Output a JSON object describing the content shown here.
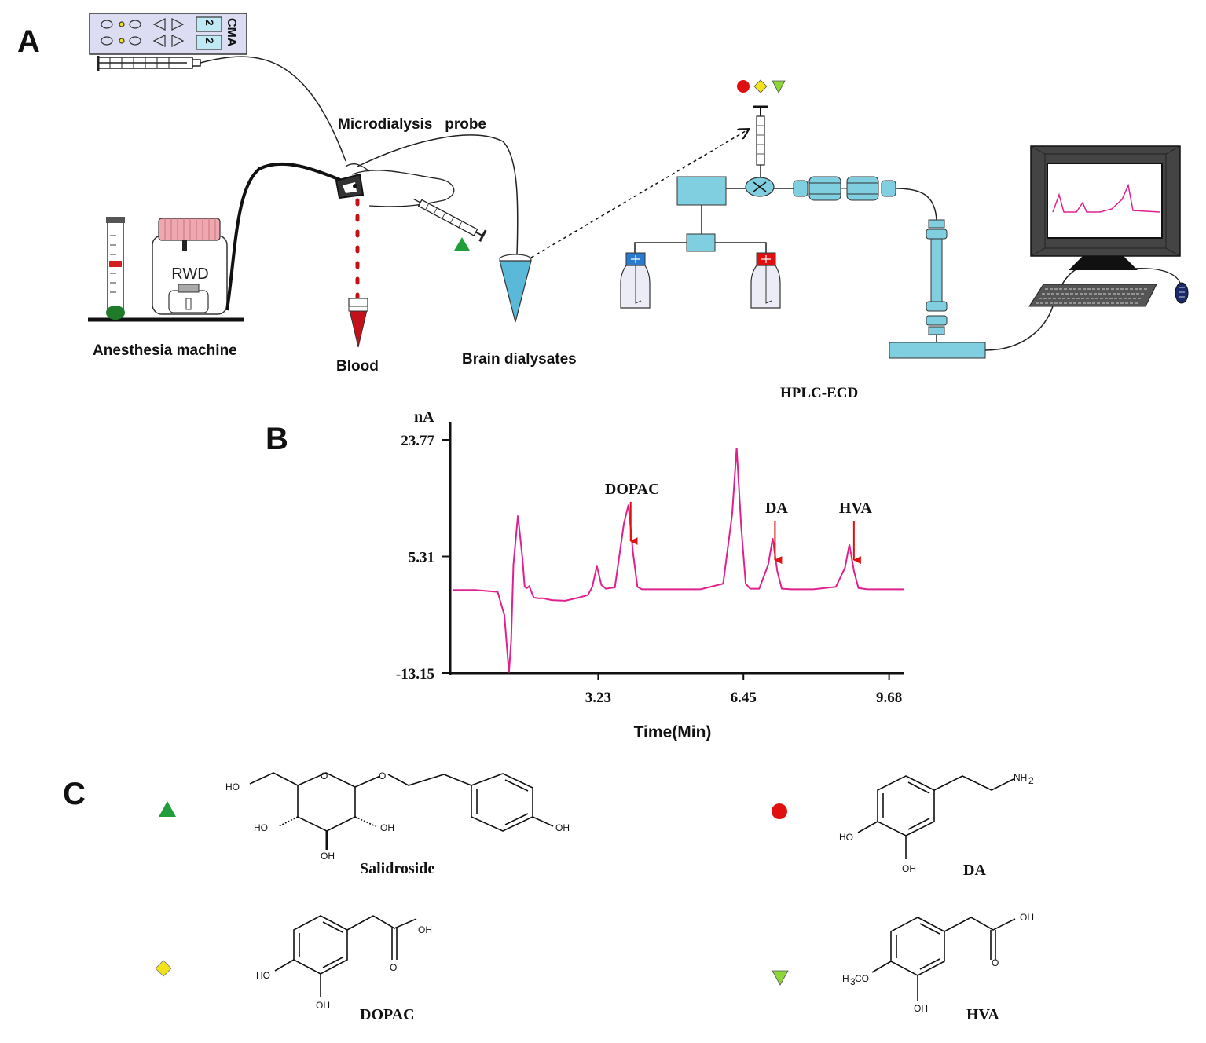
{
  "panels": {
    "a": "A",
    "b": "B",
    "c": "C"
  },
  "panel_a": {
    "pump_label": "CMA",
    "pump_digits": [
      "2",
      "2"
    ],
    "probe_label": "Microdialysis   probe",
    "anesthesia_label": "Anesthesia machine",
    "vaporizer_label": "RWD",
    "blood_label": "Blood",
    "dialysate_label": "Brain dialysates",
    "hplc_label": "HPLC-ECD"
  },
  "colors": {
    "hplc_blue": "#7fcfe0",
    "trace": "#e0208f",
    "arrow": "#e01010",
    "da_marker": "#e01010",
    "dopac_marker": "#f2e21a",
    "hva_marker": "#8fd63a",
    "salidroside_marker": "#1f9e3a",
    "blood": "#c4101a"
  },
  "chart_data": {
    "type": "line",
    "ylabel": "nA",
    "xlabel": "Time(Min)",
    "xlim": [
      0,
      10.0
    ],
    "ylim": [
      -13.15,
      23.77
    ],
    "x_ticks": [
      "3.23",
      "6.45",
      "9.68"
    ],
    "x_tick_values": [
      3.23,
      6.45,
      9.68
    ],
    "y_ticks": [
      "23.77",
      "5.31",
      "-13.15"
    ],
    "y_tick_values": [
      23.77,
      5.31,
      -13.15
    ],
    "baseline": 0,
    "x": [
      0,
      0.5,
      1.0,
      1.15,
      1.25,
      1.3,
      1.35,
      1.45,
      1.55,
      1.6,
      1.65,
      1.7,
      1.8,
      1.9,
      2.0,
      2.2,
      2.5,
      2.8,
      3.0,
      3.1,
      3.2,
      3.3,
      3.4,
      3.6,
      3.8,
      3.9,
      4.0,
      4.1,
      4.2,
      4.4,
      4.8,
      5.5,
      6.0,
      6.2,
      6.3,
      6.4,
      6.5,
      6.6,
      6.8,
      7.0,
      7.1,
      7.2,
      7.3,
      7.5,
      8.0,
      8.5,
      8.7,
      8.8,
      8.9,
      9.0,
      9.2,
      10.0
    ],
    "values": [
      0,
      0,
      -0.3,
      -4.0,
      -13.1,
      -8.0,
      4.0,
      11.8,
      5.0,
      0.5,
      0.3,
      0.6,
      -1.2,
      -1.3,
      -1.3,
      -1.6,
      -1.7,
      -1.2,
      -0.8,
      0.5,
      3.8,
      0.8,
      0.2,
      0.4,
      10.5,
      13.5,
      6.0,
      0.5,
      0.1,
      0.1,
      0.1,
      0.1,
      1.0,
      12.0,
      22.5,
      10.0,
      1.0,
      0.2,
      0.2,
      4.0,
      8.2,
      3.0,
      0.2,
      0.1,
      0.1,
      0.5,
      3.5,
      7.2,
      3.0,
      0.3,
      0.1,
      0.1
    ],
    "annotations": [
      {
        "label": "DOPAC",
        "x": 3.95
      },
      {
        "label": "DA",
        "x": 7.15
      },
      {
        "label": "HVA",
        "x": 8.9
      }
    ]
  },
  "compounds": [
    {
      "name": "Salidroside",
      "marker": "triangle-up",
      "groups": [
        "HO",
        "O",
        "O",
        "HO",
        "OH",
        "OH",
        "OH"
      ]
    },
    {
      "name": "DA",
      "marker": "circle",
      "groups": [
        "NH",
        "2",
        "HO",
        "OH"
      ]
    },
    {
      "name": "DOPAC",
      "marker": "diamond",
      "groups": [
        "OH",
        "O",
        "HO",
        "OH"
      ]
    },
    {
      "name": "HVA",
      "marker": "triangle-down",
      "groups": [
        "OH",
        "O",
        "H",
        "3",
        "CO",
        "OH"
      ]
    }
  ]
}
